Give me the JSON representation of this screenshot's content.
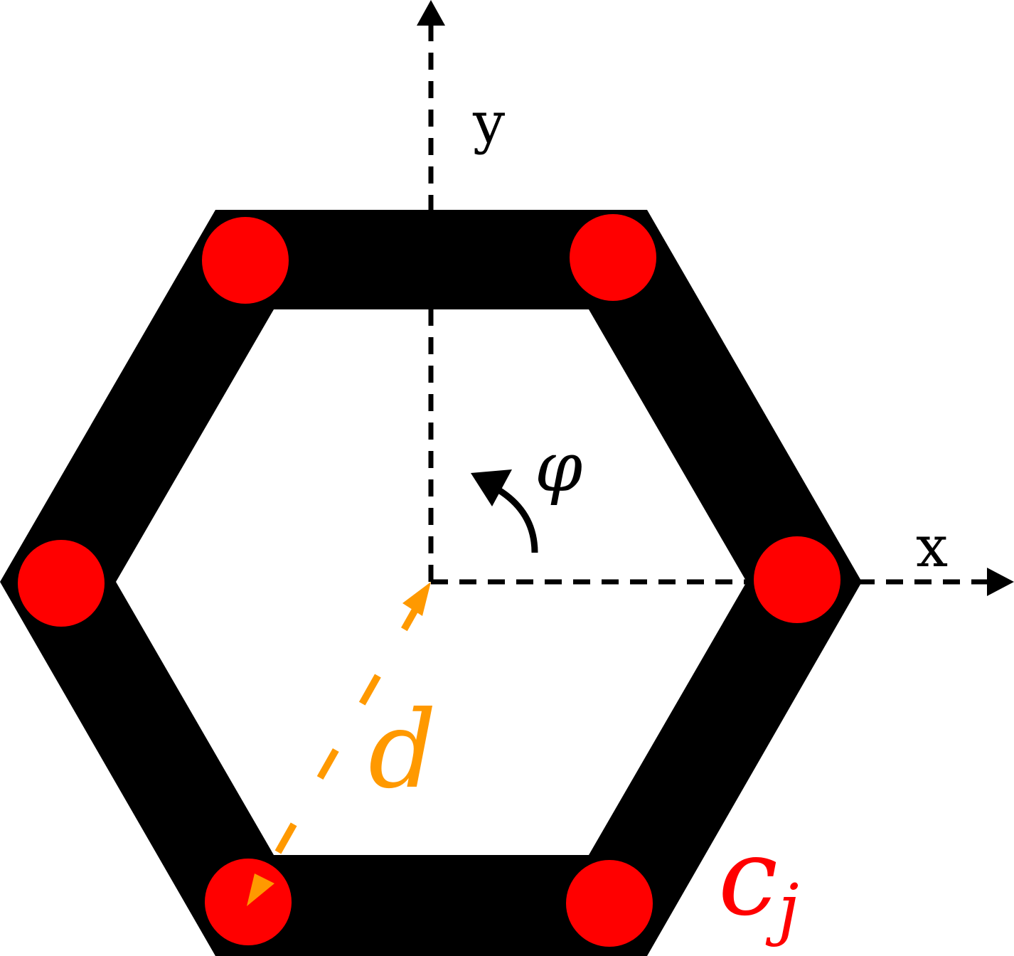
{
  "labels": {
    "x_axis": "x",
    "y_axis": "y",
    "angle": "φ",
    "distance": "d",
    "node_label": "c",
    "node_label_subscript": "j"
  },
  "colors": {
    "ring": "#000000",
    "nodes": "#ff0000",
    "distance_arrow": "#ff9900",
    "axes": "#000000",
    "node_label": "#ff0000",
    "distance_label": "#ff9900"
  },
  "node_count": 6
}
